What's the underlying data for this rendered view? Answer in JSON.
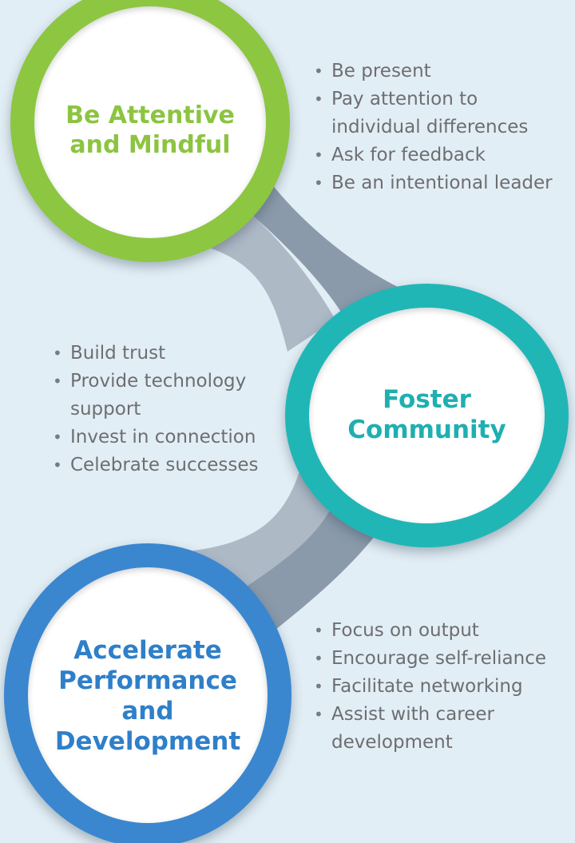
{
  "steps": [
    {
      "title": "Be Attentive\nand Mindful",
      "color": "#8dc641",
      "bullets": [
        "Be present",
        "Pay attention to individual differences",
        "Ask for feedback",
        "Be an intentional leader"
      ]
    },
    {
      "title": "Foster\nCommunity",
      "color": "#21b6b6",
      "bullets": [
        "Build trust",
        "Provide technology support",
        "Invest in connection",
        "Celebrate successes"
      ]
    },
    {
      "title": "Accelerate\nPerformance\nand\nDevelopment",
      "color": "#3a87cf",
      "bullets": [
        "Focus on output",
        "Encourage self-reliance",
        "Facilitate networking",
        "Assist with career development"
      ]
    }
  ],
  "colors": {
    "background": "#e2eef5",
    "connector_light": "#aeb9c6",
    "connector_dark": "#8a9aab",
    "bullet_text": "#6d6e71"
  }
}
